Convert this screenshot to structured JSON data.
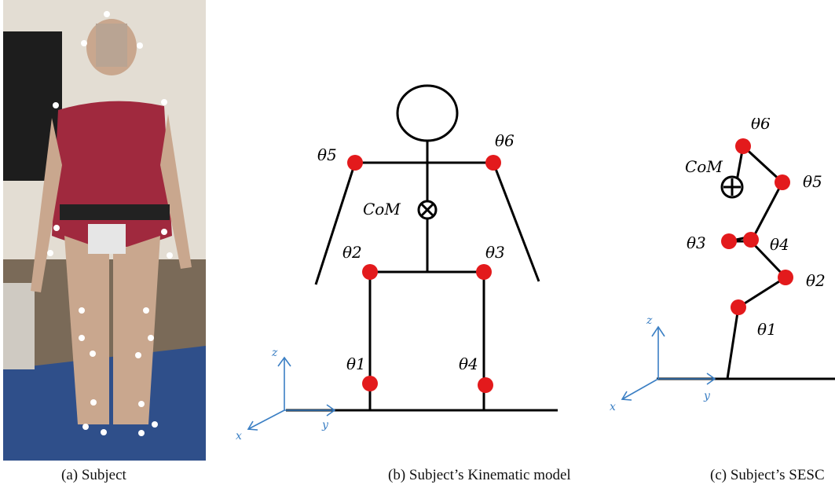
{
  "captions": {
    "a": "(a) Subject",
    "b": "(b) Subject’s Kinematic model",
    "c": "(c) Subject’s SESC"
  },
  "kinematic": {
    "joints": [
      "θ5",
      "θ6",
      "θ2",
      "θ3",
      "θ1",
      "θ4"
    ],
    "com_label": "CoM",
    "axes": {
      "x": "x",
      "y": "y",
      "z": "z"
    }
  },
  "sesc": {
    "joints": [
      "θ6",
      "θ5",
      "θ3",
      "θ4",
      "θ2",
      "θ1"
    ],
    "com_label": "CoM",
    "axes": {
      "x": "x",
      "y": "y",
      "z": "z"
    }
  },
  "colors": {
    "joint": "#e31a1c",
    "axis": "#3b7fc4",
    "line": "#000000"
  }
}
